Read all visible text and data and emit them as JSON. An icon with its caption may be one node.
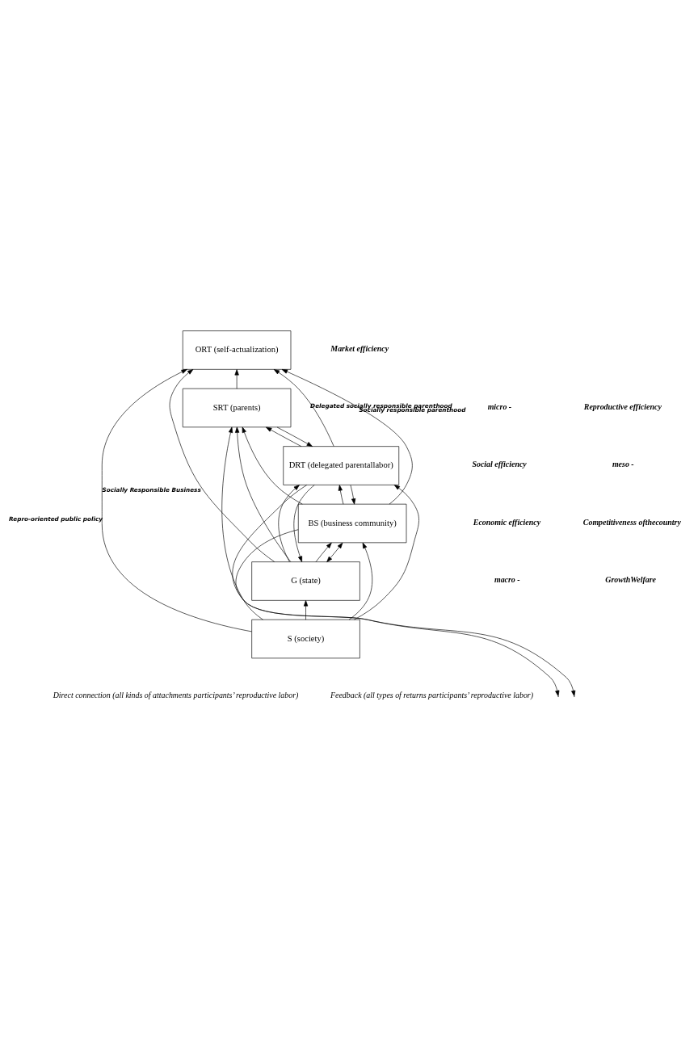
{
  "diagram": {
    "nodes": [
      {
        "text": [
          "ORT (self-actualization)"
        ]
      },
      {
        "text": [
          "SRT (parents)"
        ]
      },
      {
        "text": [
          "DRT (delegated parentallabor)"
        ]
      },
      {
        "text": [
          "BS (business community)"
        ]
      },
      {
        "text": [
          "G (state)"
        ]
      },
      {
        "text": [
          "S (society)"
        ]
      }
    ],
    "edges": [
      {
        "from": 5,
        "to": 0,
        "arrow": "to",
        "label": "Repro-oriented public policy"
      },
      {
        "from": 5,
        "to": 1,
        "arrow": "to"
      },
      {
        "from": 5,
        "to": 2,
        "arrow": "to"
      },
      {
        "from": 5,
        "to": 3,
        "arrow": "to"
      },
      {
        "from": 5,
        "to": 4,
        "arrow": "to"
      },
      {
        "from": 4,
        "to": 0,
        "arrow": "to",
        "label": "Socially Responsible Business"
      },
      {
        "from": 4,
        "to": 1,
        "arrow": "to"
      },
      {
        "from": 4,
        "to": 2,
        "arrow": "to"
      },
      {
        "from": 4,
        "to": 3,
        "arrow": "to"
      },
      {
        "from": 3,
        "to": 0,
        "arrow": "to",
        "label": "Socially responsible parenthood"
      },
      {
        "from": 3,
        "to": 1,
        "arrow": "to"
      },
      {
        "from": 3,
        "to": 2,
        "arrow": "to"
      },
      {
        "from": 2,
        "to": 0,
        "arrow": "to",
        "label": "Delegated socially responsible parenthood"
      },
      {
        "from": 2,
        "to": 1,
        "arrow": "to"
      },
      {
        "from": 1,
        "to": 0,
        "arrow": "to"
      },
      {
        "from": 1,
        "to": 2,
        "arrow": "to"
      },
      {
        "from": 2,
        "to": 3,
        "arrow": "to"
      },
      {
        "from": 2,
        "to": 4,
        "arrow": "to"
      },
      {
        "from": 2,
        "to": null,
        "arrow": "to"
      },
      {
        "from": 3,
        "to": 4,
        "arrow": "both"
      },
      {
        "from": 3,
        "to": null,
        "arrow": "to"
      }
    ],
    "labels": [
      "Market efficiency",
      "micro -",
      "Reproductive efficiency",
      "Social efficiency",
      "meso -",
      "Economic efficiency",
      "Competitiveness ofthecountry",
      "macro -",
      "GrowthWelfare",
      "Direct connection (all kinds of attachments participants’ reproductive labor)",
      "Feedback (all types of returns participants’ reproductive labor)"
    ]
  }
}
